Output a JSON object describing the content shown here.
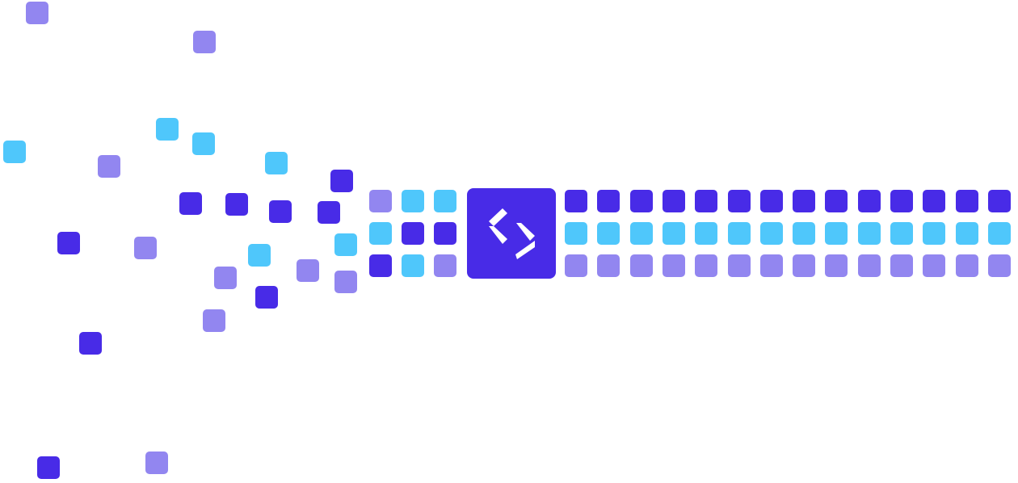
{
  "colors": {
    "indigo": "#482BE7",
    "cyan": "#4FC7FB",
    "lavender": "#9286F0",
    "logo_mark": "#FFFFFF",
    "background": "#FFFFFF"
  },
  "logo": {
    "icon": "code-brackets-icon",
    "tile_color": "indigo"
  },
  "scattered_tiles": [
    {
      "color": "lavender"
    },
    {
      "color": "lavender"
    },
    {
      "color": "cyan"
    },
    {
      "color": "cyan"
    },
    {
      "color": "cyan"
    },
    {
      "color": "lavender"
    },
    {
      "color": "cyan"
    },
    {
      "color": "indigo"
    },
    {
      "color": "indigo"
    },
    {
      "color": "indigo"
    },
    {
      "color": "indigo"
    },
    {
      "color": "indigo"
    },
    {
      "color": "indigo"
    },
    {
      "color": "lavender"
    },
    {
      "color": "cyan"
    },
    {
      "color": "cyan"
    },
    {
      "color": "lavender"
    },
    {
      "color": "lavender"
    },
    {
      "color": "lavender"
    },
    {
      "color": "indigo"
    },
    {
      "color": "lavender"
    },
    {
      "color": "indigo"
    },
    {
      "color": "indigo"
    },
    {
      "color": "lavender"
    }
  ],
  "left_grid_rows": [
    [
      "lavender",
      "cyan",
      "cyan"
    ],
    [
      "cyan",
      "indigo",
      "indigo"
    ],
    [
      "indigo",
      "cyan",
      "lavender"
    ]
  ],
  "right_grid_rows": [
    {
      "color": "indigo",
      "count": 14
    },
    {
      "color": "cyan",
      "count": 14
    },
    {
      "color": "lavender",
      "count": 14
    }
  ]
}
